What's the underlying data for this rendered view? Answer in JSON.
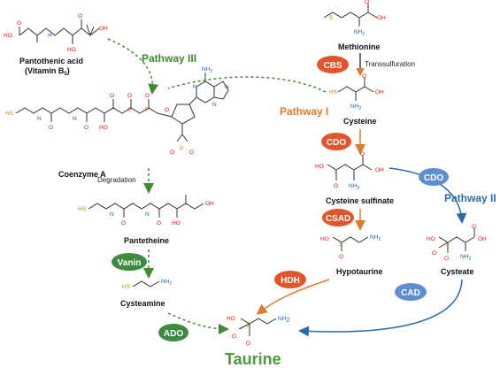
{
  "compounds": {
    "pantothenic_acid": {
      "line1": "Pantothenic acid",
      "line2": "(Vitamin B",
      "line2_sub": "5",
      "line2_end": ")"
    },
    "methionine": "Methionine",
    "cysteine": "Cysteine",
    "coenzyme_a": "Coenzyme A",
    "cysteine_sulfinate": "Cysteine sulfinate",
    "pantetheine": "Pantetheine",
    "hypotaurine": "Hypotaurine",
    "cysteate": "Cysteate",
    "cysteamine": "Cysteamine",
    "taurine": "Taurine"
  },
  "pathways": {
    "p1": "Pathway I",
    "p2": "Pathway II",
    "p3": "Pathway III"
  },
  "steps": {
    "transsulfuration": "Transsulfuration",
    "degradation": "Degradation"
  },
  "enzymes": {
    "cbs": "CBS",
    "cdo1": "CDO",
    "cdo2": "CDO",
    "csad": "CSAD",
    "hdh": "HDH",
    "cad": "CAD",
    "vanin": "Vanin",
    "ado": "ADO"
  },
  "colors": {
    "orange": "#e07a2c",
    "red_enzyme": "#e2552b",
    "blue": "#2c6aa8",
    "blue_enzyme": "#5b8fd0",
    "green": "#3f8a2e",
    "green_enzyme": "#3d8b3d",
    "taurine_text": "#4a9a3b"
  },
  "atoms": {
    "oh": "OH",
    "ho": "HO",
    "o": "O",
    "nh": "H",
    "n": "N",
    "nh2": "NH",
    "nh2_sub": "2",
    "s": "S",
    "hs": "HS",
    "p": "P",
    "o_minus": "O",
    "minus": "-"
  }
}
